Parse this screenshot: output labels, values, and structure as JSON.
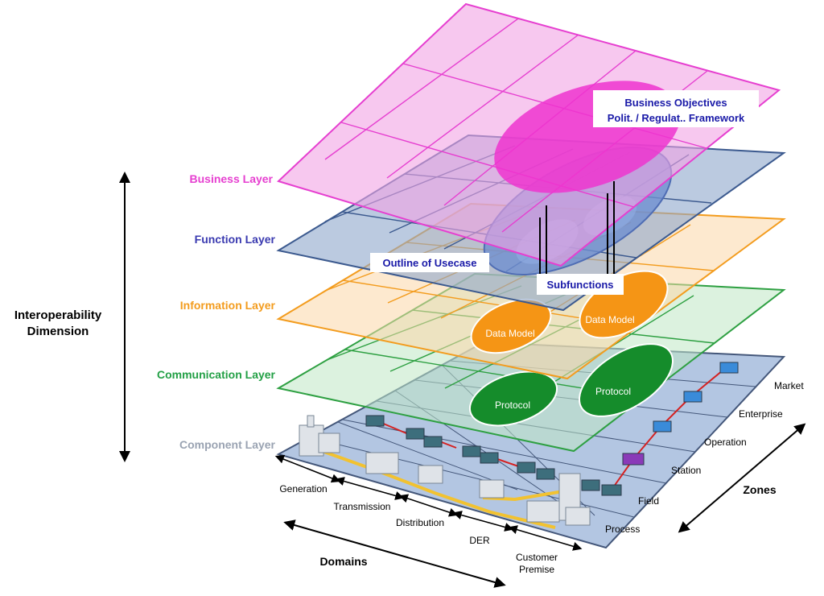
{
  "dimension_label_line1": "Interoperability",
  "dimension_label_line2": "Dimension",
  "layers": {
    "business": "Business Layer",
    "function": "Function Layer",
    "information": "Information Layer",
    "communication": "Communication Layer",
    "component": "Component Layer"
  },
  "callouts": {
    "business_objectives_line1": "Business Objectives",
    "business_objectives_line2": "Polit. / Regulat.. Framework",
    "outline_of_usecase": "Outline of Usecase",
    "subfunctions": "Subfunctions",
    "data_model_left": "Data Model",
    "data_model_right": "Data Model",
    "protocol_left": "Protocol",
    "protocol_right": "Protocol"
  },
  "domains_title": "Domains",
  "domains": {
    "generation": "Generation",
    "transmission": "Transmission",
    "distribution": "Distribution",
    "der": "DER",
    "customer_line1": "Customer",
    "customer_line2": "Premise"
  },
  "zones_title": "Zones",
  "zones": {
    "market": "Market",
    "enterprise": "Enterprise",
    "operation": "Operation",
    "station": "Station",
    "field": "Field",
    "process": "Process"
  },
  "colors": {
    "business": "#e63fd0",
    "function": "#3a3ab0",
    "information": "#f39c1e",
    "communication": "#23a046",
    "component": "#9aa3b2"
  }
}
